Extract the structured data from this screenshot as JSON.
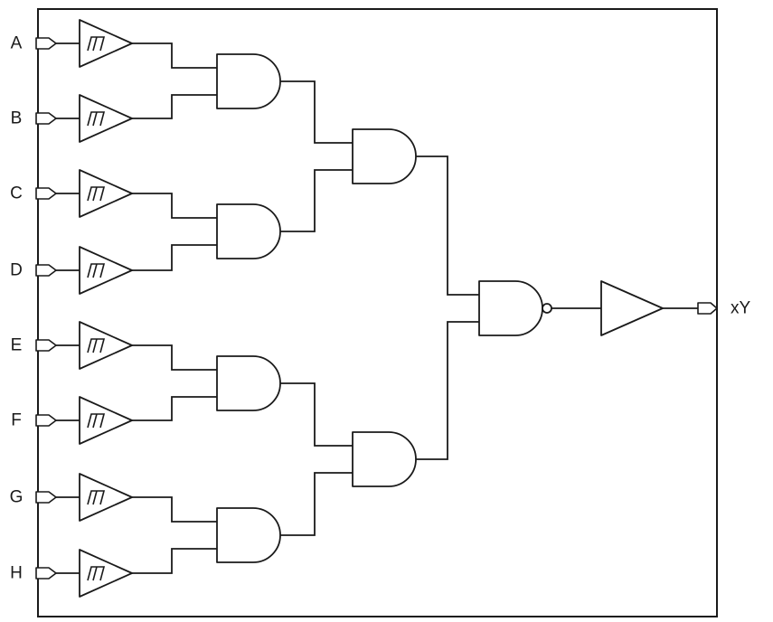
{
  "diagram": {
    "inputs": [
      {
        "label": "A"
      },
      {
        "label": "B"
      },
      {
        "label": "C"
      },
      {
        "label": "D"
      },
      {
        "label": "E"
      },
      {
        "label": "F"
      },
      {
        "label": "G"
      },
      {
        "label": "H"
      }
    ],
    "output_label": "xY",
    "colors": {
      "stroke": "#1a1a1a",
      "background": "#ffffff"
    },
    "input_conditioning": "schmitt-trigger buffer on each input",
    "netlist": [
      {
        "gate": "AND1",
        "type": "and",
        "inputs": [
          "A",
          "B"
        ]
      },
      {
        "gate": "AND2",
        "type": "and",
        "inputs": [
          "C",
          "D"
        ]
      },
      {
        "gate": "AND3",
        "type": "and",
        "inputs": [
          "E",
          "F"
        ]
      },
      {
        "gate": "AND4",
        "type": "and",
        "inputs": [
          "G",
          "H"
        ]
      },
      {
        "gate": "AND5",
        "type": "and",
        "inputs": [
          "AND1",
          "AND2"
        ]
      },
      {
        "gate": "AND6",
        "type": "and",
        "inputs": [
          "AND3",
          "AND4"
        ]
      },
      {
        "gate": "NAND1",
        "type": "nand",
        "inputs": [
          "AND5",
          "AND6"
        ]
      },
      {
        "gate": "BUF1",
        "type": "buffer",
        "inputs": [
          "NAND1"
        ],
        "output": "xY"
      }
    ]
  }
}
